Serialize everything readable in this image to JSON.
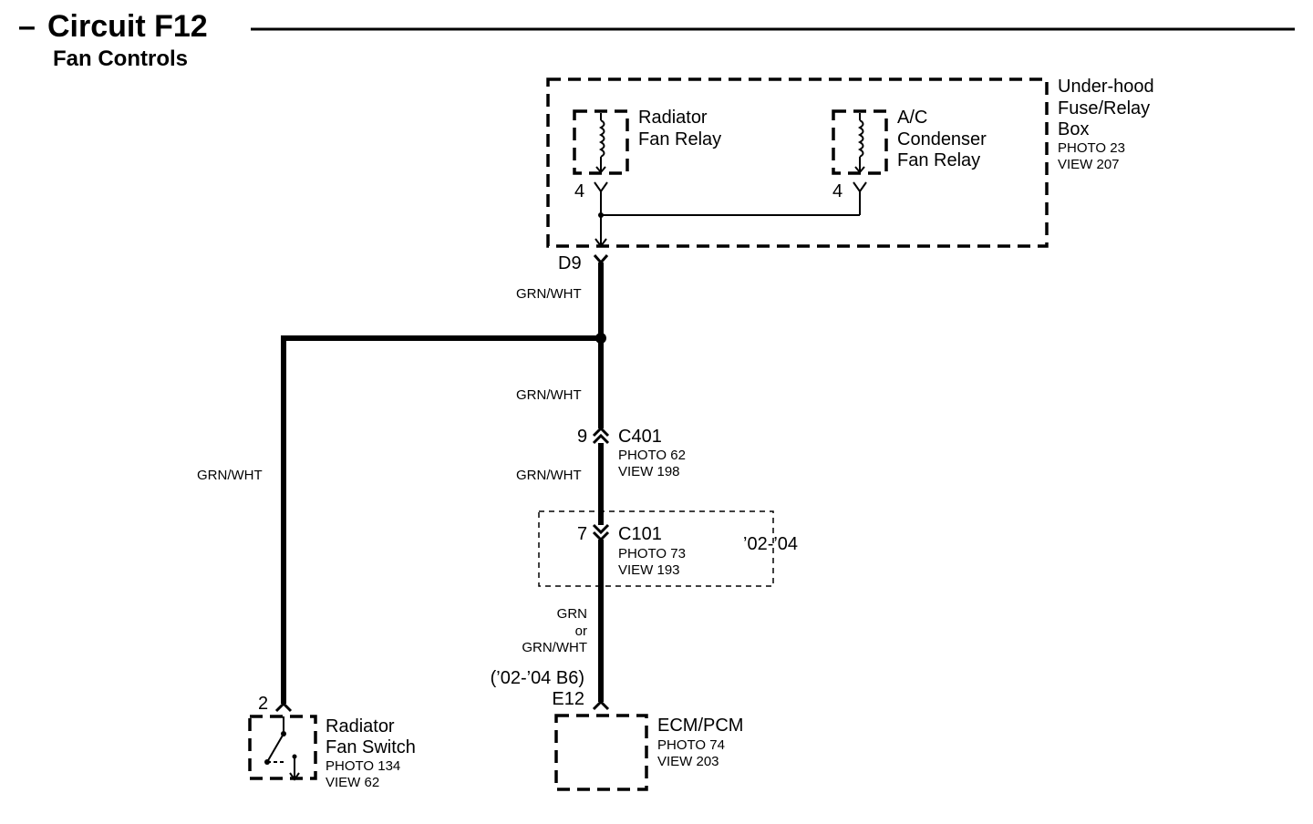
{
  "header": {
    "dash": "–",
    "title": "Circuit F12",
    "subtitle": "Fan Controls"
  },
  "fuse_box": {
    "name_line1": "Under-hood",
    "name_line2": "Fuse/Relay",
    "name_line3": "Box",
    "photo": "PHOTO 23",
    "view": "VIEW 207",
    "radiator_relay_line1": "Radiator",
    "radiator_relay_line2": "Fan Relay",
    "radiator_relay_pin": "4",
    "ac_relay_line1": "A/C",
    "ac_relay_line2": "Condenser",
    "ac_relay_line3": "Fan Relay",
    "ac_relay_pin": "4",
    "terminal": "D9"
  },
  "wires": {
    "w1": "GRN/WHT",
    "w2": "GRN/WHT",
    "w3": "GRN/WHT",
    "w4": "GRN/WHT",
    "w5_line1": "GRN",
    "w5_line2": "or",
    "w5_line3": "GRN/WHT"
  },
  "c401": {
    "pin": "9",
    "name": "C401",
    "photo": "PHOTO 62",
    "view": "VIEW 198"
  },
  "c101": {
    "pin": "7",
    "name": "C101",
    "photo": "PHOTO 73",
    "view": "VIEW 193",
    "years": "’02-’04"
  },
  "ecm": {
    "alt_pin": "(’02-’04 B6)",
    "pin": "E12",
    "name": "ECM/PCM",
    "photo": "PHOTO 74",
    "view": "VIEW 203"
  },
  "fan_switch": {
    "pin": "2",
    "name_line1": "Radiator",
    "name_line2": "Fan Switch",
    "photo": "PHOTO 134",
    "view": "VIEW 62"
  }
}
